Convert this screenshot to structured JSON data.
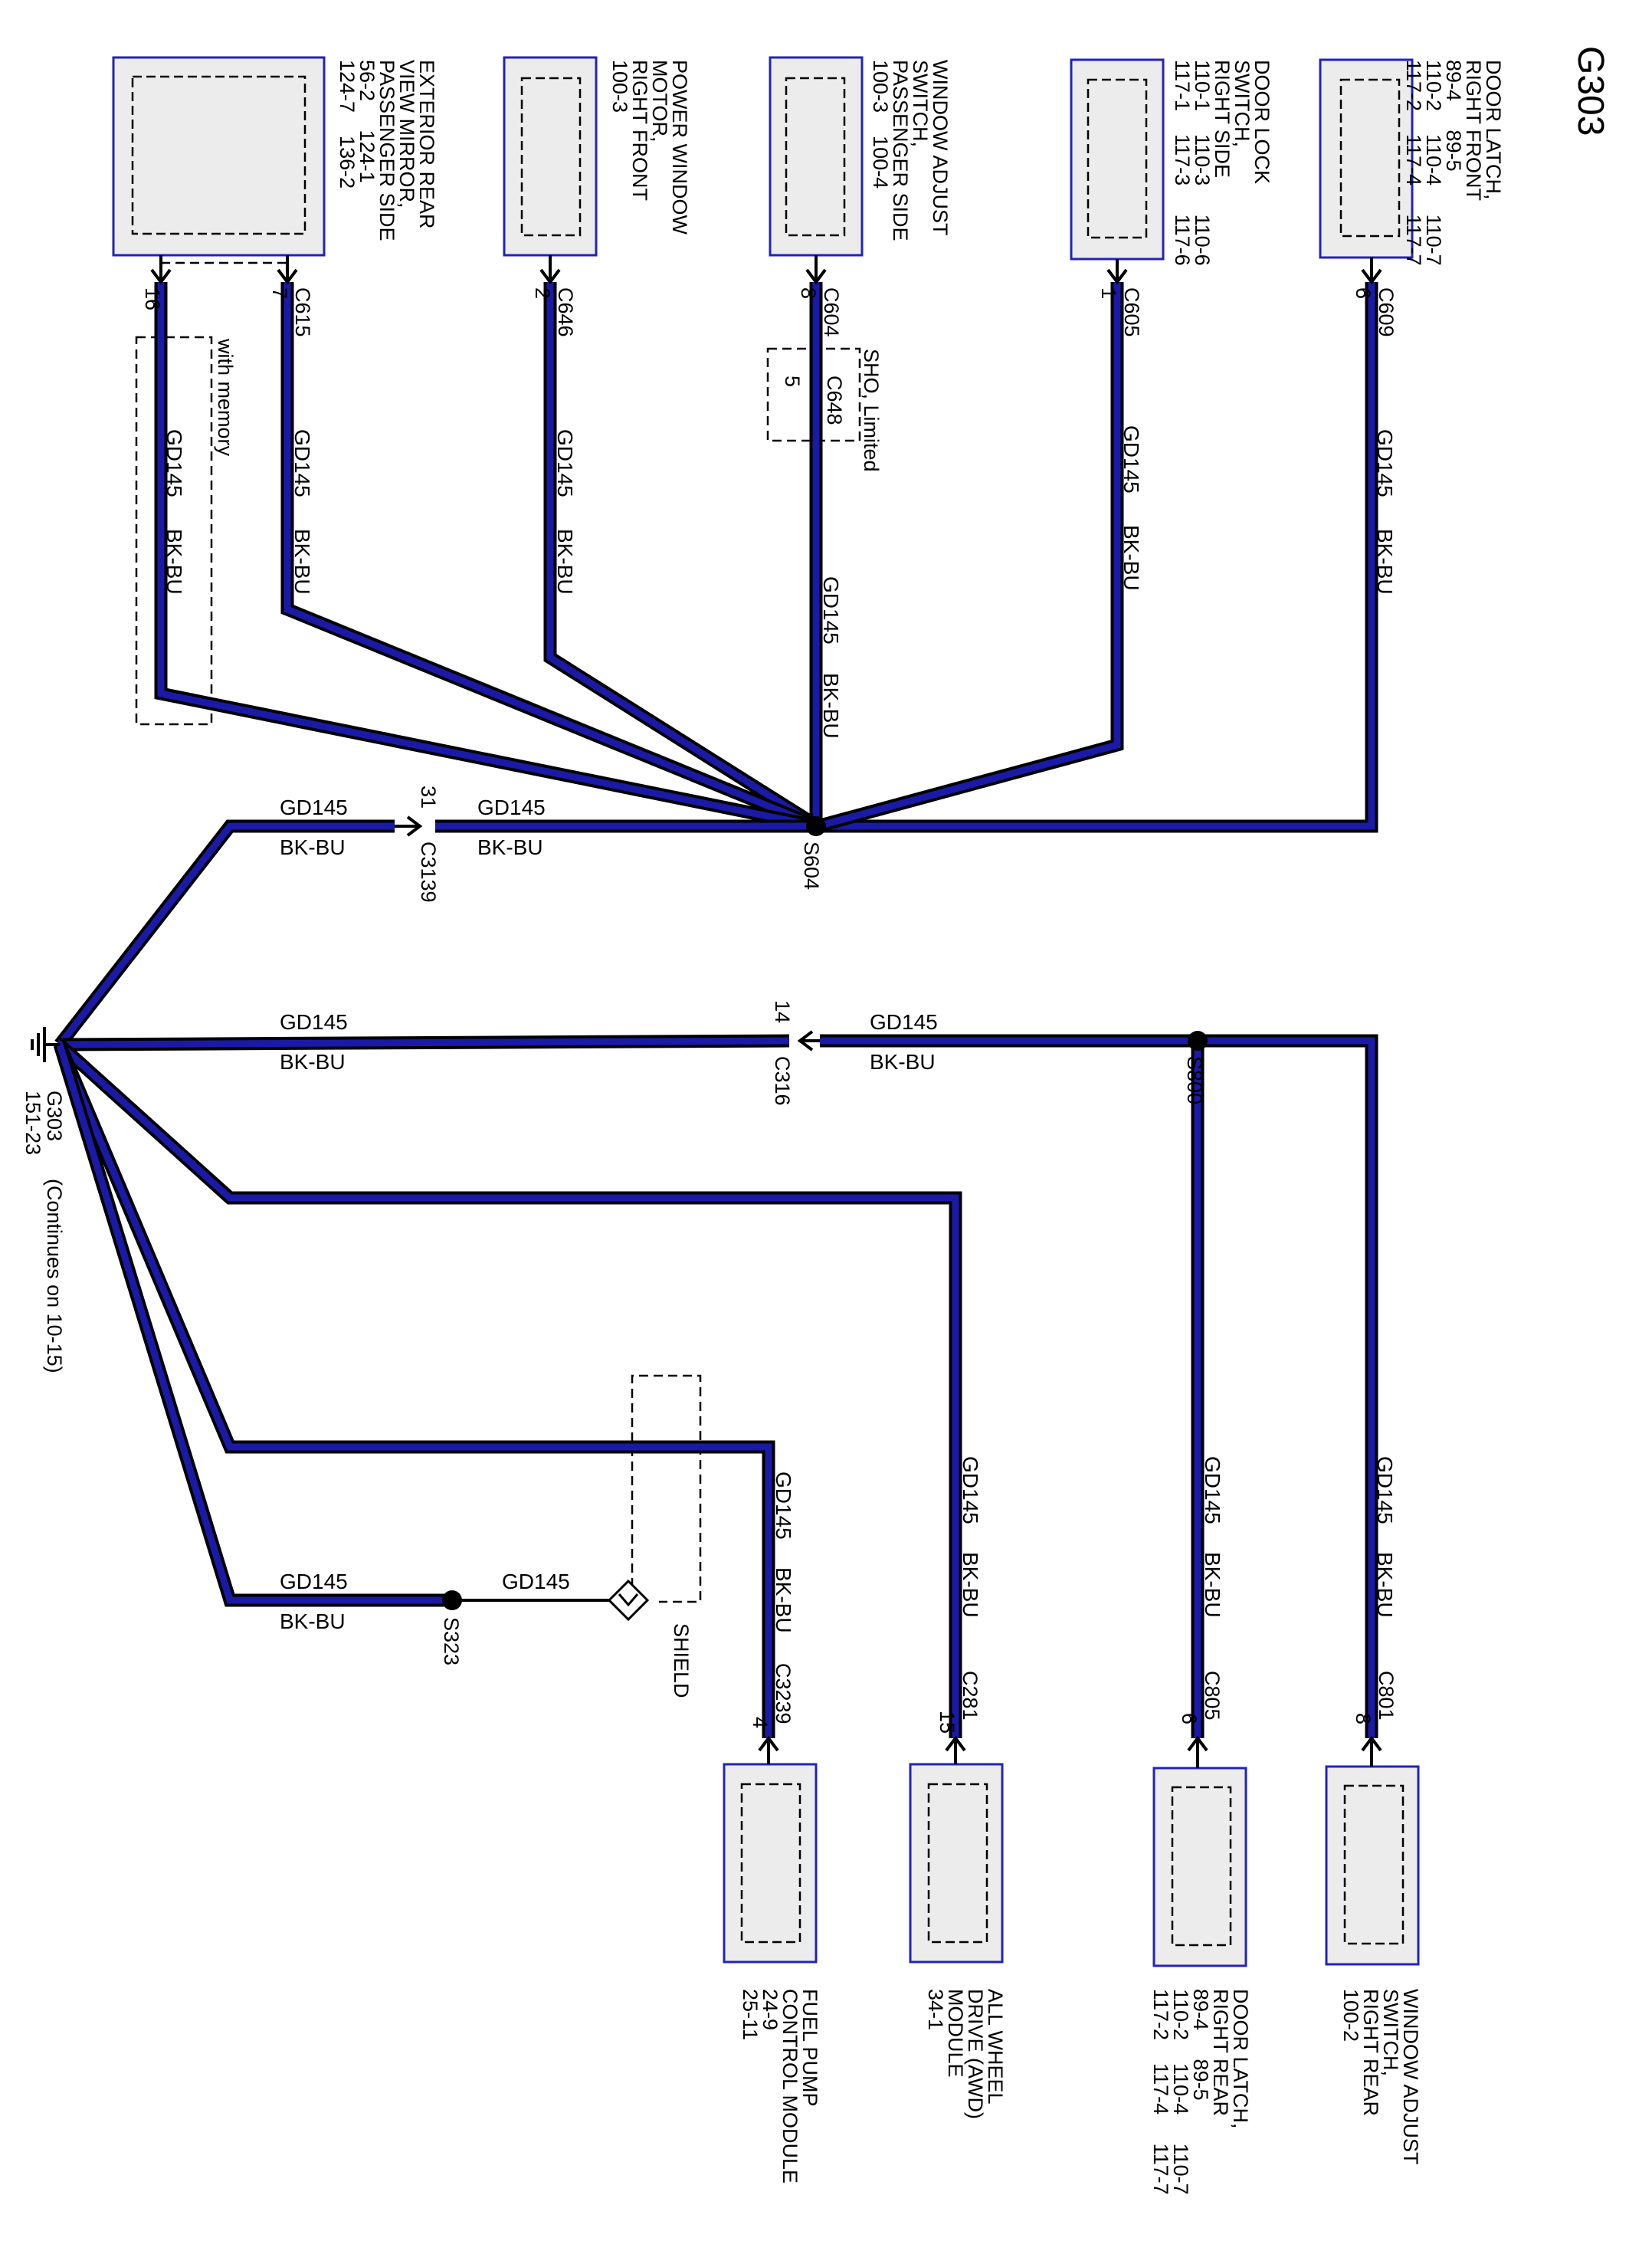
{
  "page": {
    "title": "G303",
    "colors": {
      "wire": "#000000",
      "wire_core": "#1a1aa6",
      "component_fill": "#ececec",
      "component_border": "#2323b8"
    }
  },
  "ground": {
    "id": "G303",
    "ref": "151-23",
    "note": "(Continues on 10-15)"
  },
  "wire": {
    "circuit": "GD145",
    "color": "BK-BU"
  },
  "splices": {
    "s604": "S604",
    "s800": "S800",
    "s323": "S323"
  },
  "connectors": {
    "c609": {
      "name": "C609",
      "pin": "6"
    },
    "c605": {
      "name": "C605",
      "pin": "1"
    },
    "c604": {
      "name": "C604",
      "pin": "8"
    },
    "c648": {
      "name": "C648",
      "pin": "5",
      "note": "SHO, Limited"
    },
    "c646": {
      "name": "C646",
      "pin": "2"
    },
    "c615": {
      "name": "C615",
      "pin7": "7",
      "pin16": "16"
    },
    "c3139": {
      "name": "C3139",
      "pin": "31"
    },
    "c316": {
      "name": "C316",
      "pin": "14"
    },
    "c801": {
      "name": "C801",
      "pin": "8"
    },
    "c805": {
      "name": "C805",
      "pin": "6"
    },
    "c281": {
      "name": "C281",
      "pin": "15"
    },
    "c3239": {
      "name": "C3239",
      "pin": "4"
    }
  },
  "notes": {
    "with_memory": "with memory",
    "shield": "SHIELD"
  },
  "components": {
    "door_latch_rf": {
      "lines": [
        "DOOR LATCH,",
        "RIGHT FRONT",
        "89-4     89-5",
        "110-2    110-4     110-7",
        "117-2    117-4     117-7"
      ]
    },
    "door_lock_switch": {
      "lines": [
        "DOOR LOCK",
        "SWITCH,",
        "RIGHT SIDE",
        "110-1    110-3     110-6",
        "117-1    117-3     117-6"
      ]
    },
    "window_adj_passenger": {
      "lines": [
        "WINDOW ADJUST",
        "SWITCH,",
        "PASSENGER SIDE",
        "100-3    100-4"
      ]
    },
    "power_window_motor": {
      "lines": [
        "POWER WINDOW",
        "MOTOR,",
        "RIGHT FRONT",
        "100-3"
      ]
    },
    "ext_mirror": {
      "lines": [
        "EXTERIOR REAR",
        "VIEW MIRROR,",
        "PASSENGER SIDE",
        "56-2     124-1",
        "124-7    136-2"
      ]
    },
    "window_adj_rr": {
      "lines": [
        "WINDOW ADJUST",
        "SWITCH,",
        "RIGHT REAR",
        "100-2"
      ]
    },
    "door_latch_rr": {
      "lines": [
        "DOOR LATCH,",
        "RIGHT REAR",
        "89-4     89-5",
        "110-2    110-4     110-7",
        "117-2    117-4     117-7"
      ]
    },
    "awd_module": {
      "lines": [
        "ALL WHEEL",
        "DRIVE (AWD)",
        "MODULE",
        "34-1"
      ]
    },
    "fuel_pump": {
      "lines": [
        "FUEL PUMP",
        "CONTROL MODULE",
        "24-9",
        "25-11"
      ]
    }
  }
}
